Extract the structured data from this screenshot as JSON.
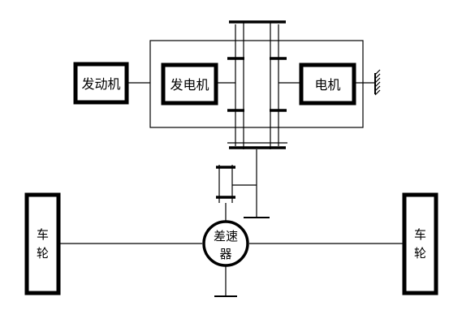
{
  "labels": {
    "engine": "发动机",
    "generator": "发电机",
    "motor": "电机",
    "differential_line1": "差速",
    "differential_line2": "器",
    "left_wheel_line1": "车",
    "left_wheel_line2": "轮",
    "right_wheel_line1": "车",
    "right_wheel_line2": "轮"
  }
}
